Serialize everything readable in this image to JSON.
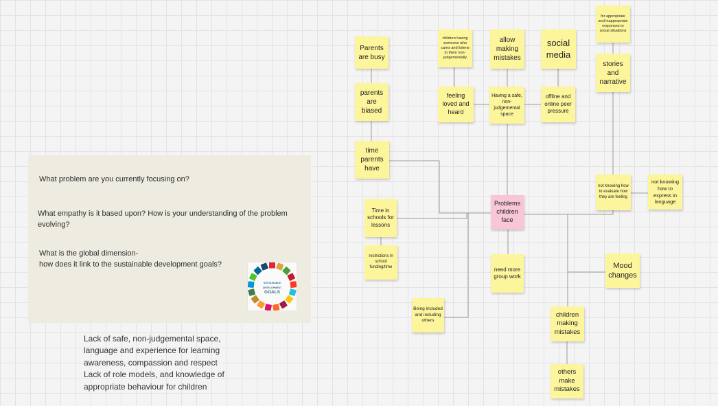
{
  "panel": {
    "question_1": "What problem are you currently focusing on?",
    "question_2": "What empathy is it based upon? How is your understanding of the problem evolving?",
    "question_3_line1": "What is the global dimension-",
    "question_3_line2": "how does it link to the sustainable development goals?",
    "sdg_logo_text": [
      "SUSTAINABLE",
      "DEVELOPMENT",
      "GOALS"
    ],
    "sdg_colors": [
      "#e5243b",
      "#dda63a",
      "#4c9f38",
      "#c5192d",
      "#ff3a21",
      "#26bde2",
      "#fcc30b",
      "#a21942",
      "#fd6925",
      "#dd1367",
      "#fd9d24",
      "#bf8b2e",
      "#3f7e44",
      "#0a97d9",
      "#56c02b",
      "#00689d",
      "#19486a"
    ]
  },
  "summary": [
    "Lack of safe, non-judgemental space,",
    "language and experience for learning",
    "awareness, compassion and respect",
    "Lack  of role models, and knowledge of",
    "appropriate behaviour for children"
  ],
  "notes": {
    "central_problem": "Problems children face",
    "parents_busy": "Parents are busy",
    "parents_biased": "parents are biased",
    "time_parents_have": "time parents have",
    "time_in_schools": "Time in schools for lessons",
    "restrictions_funding": "restrictions in school funding/time",
    "being_included": "Being included and including others",
    "need_group_work": "need more group work",
    "children_making_mistakes": "children making mistakes",
    "others_make_mistakes": "others make mistakes",
    "mood_changes": "Mood changes",
    "not_knowing_evaluate": "not knowing how to evaluate how they are feeling",
    "not_knowing_express": "not knowing how to express in language",
    "stories_narrative": "stories and narrative",
    "appropriate_responses": "for appropriate and inappropriate responses to social situations",
    "safe_space": "Having a safe, non-judgemental space",
    "allow_mistakes": "allow making mistakes",
    "feeling_loved": "feeling loved and heard",
    "someone_cares": "children having someone who cares and listens to them non-judgementally",
    "peer_pressure": "offline and online peer pressure",
    "social_media": "social media"
  }
}
